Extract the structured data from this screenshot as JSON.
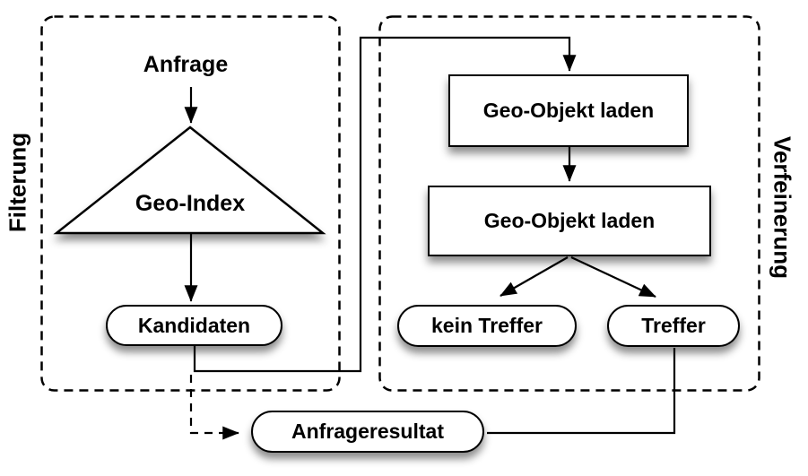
{
  "panels": {
    "filterung": {
      "label": "Filterung"
    },
    "verfeinerung": {
      "label": "Verfeinerung"
    }
  },
  "nodes": {
    "anfrage": {
      "label": "Anfrage"
    },
    "geo_index": {
      "label": "Geo-Index"
    },
    "kandidaten": {
      "label": "Kandidaten"
    },
    "geo_objekt_laden_1": {
      "label": "Geo-Objekt laden"
    },
    "geo_objekt_laden_2": {
      "label": "Geo-Objekt laden"
    },
    "kein_treffer": {
      "label": "kein Treffer"
    },
    "treffer": {
      "label": "Treffer"
    },
    "anfrageresultat": {
      "label": "Anfrageresultat"
    }
  },
  "colors": {
    "stroke": "#000000",
    "fill": "#ffffff",
    "shadow": "rgba(0,0,0,0.45)"
  }
}
